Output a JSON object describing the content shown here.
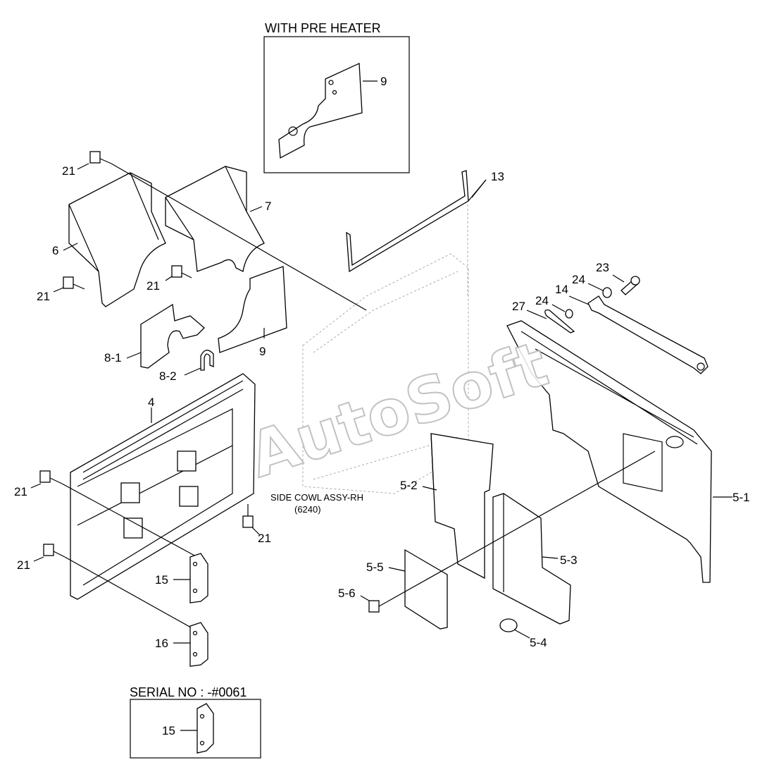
{
  "insets": {
    "pre_heater_title": "WITH PRE HEATER",
    "serial_title": "SERIAL NO : -#0061"
  },
  "note": {
    "line1": "SIDE COWL ASSY-RH",
    "line2": "(6240)"
  },
  "watermark": "AutoSoft",
  "callouts": {
    "c9_top": "9",
    "c13": "13",
    "c21_a": "21",
    "c7": "7",
    "c6": "6",
    "c21_b": "21",
    "c21_c": "21",
    "c9_mid": "9",
    "c8_1": "8-1",
    "c8_2": "8-2",
    "c4": "4",
    "c21_d": "21",
    "c21_e": "21",
    "c21_f": "21",
    "c15": "15",
    "c16": "16",
    "c15_inset": "15",
    "c23": "23",
    "c24_a": "24",
    "c14": "14",
    "c24_b": "24",
    "c27": "27",
    "c5_1": "5-1",
    "c5_2": "5-2",
    "c5_3": "5-3",
    "c5_4": "5-4",
    "c5_5": "5-5",
    "c5_6": "5-6"
  }
}
